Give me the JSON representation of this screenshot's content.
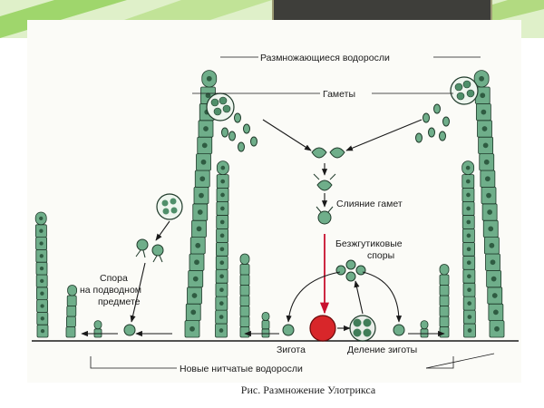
{
  "labels": {
    "reproducing_algae": "Размножающиеся водоросли",
    "gametes": "Гаметы",
    "gamete_fusion": "Слияние гамет",
    "aflagellate_spores_line1": "Безжгутиковые",
    "aflagellate_spores_line2": "споры",
    "spore_line1": "Спора",
    "spore_line2": "на подводном",
    "spore_line3": "предмете",
    "zygote": "Зигота",
    "zygote_division": "Деление зиготы",
    "new_filamentous_algae": "Новые нитчатые водоросли"
  },
  "caption": "Рис. Размножение Улотрикса",
  "colors": {
    "cell_fill": "#6fae8a",
    "cell_stroke": "#1f3a2a",
    "zygote_fill": "#d8262a",
    "arrow_red": "#c8102e",
    "band_green": "#7fc24a",
    "top_box": "#3e3e3a"
  }
}
